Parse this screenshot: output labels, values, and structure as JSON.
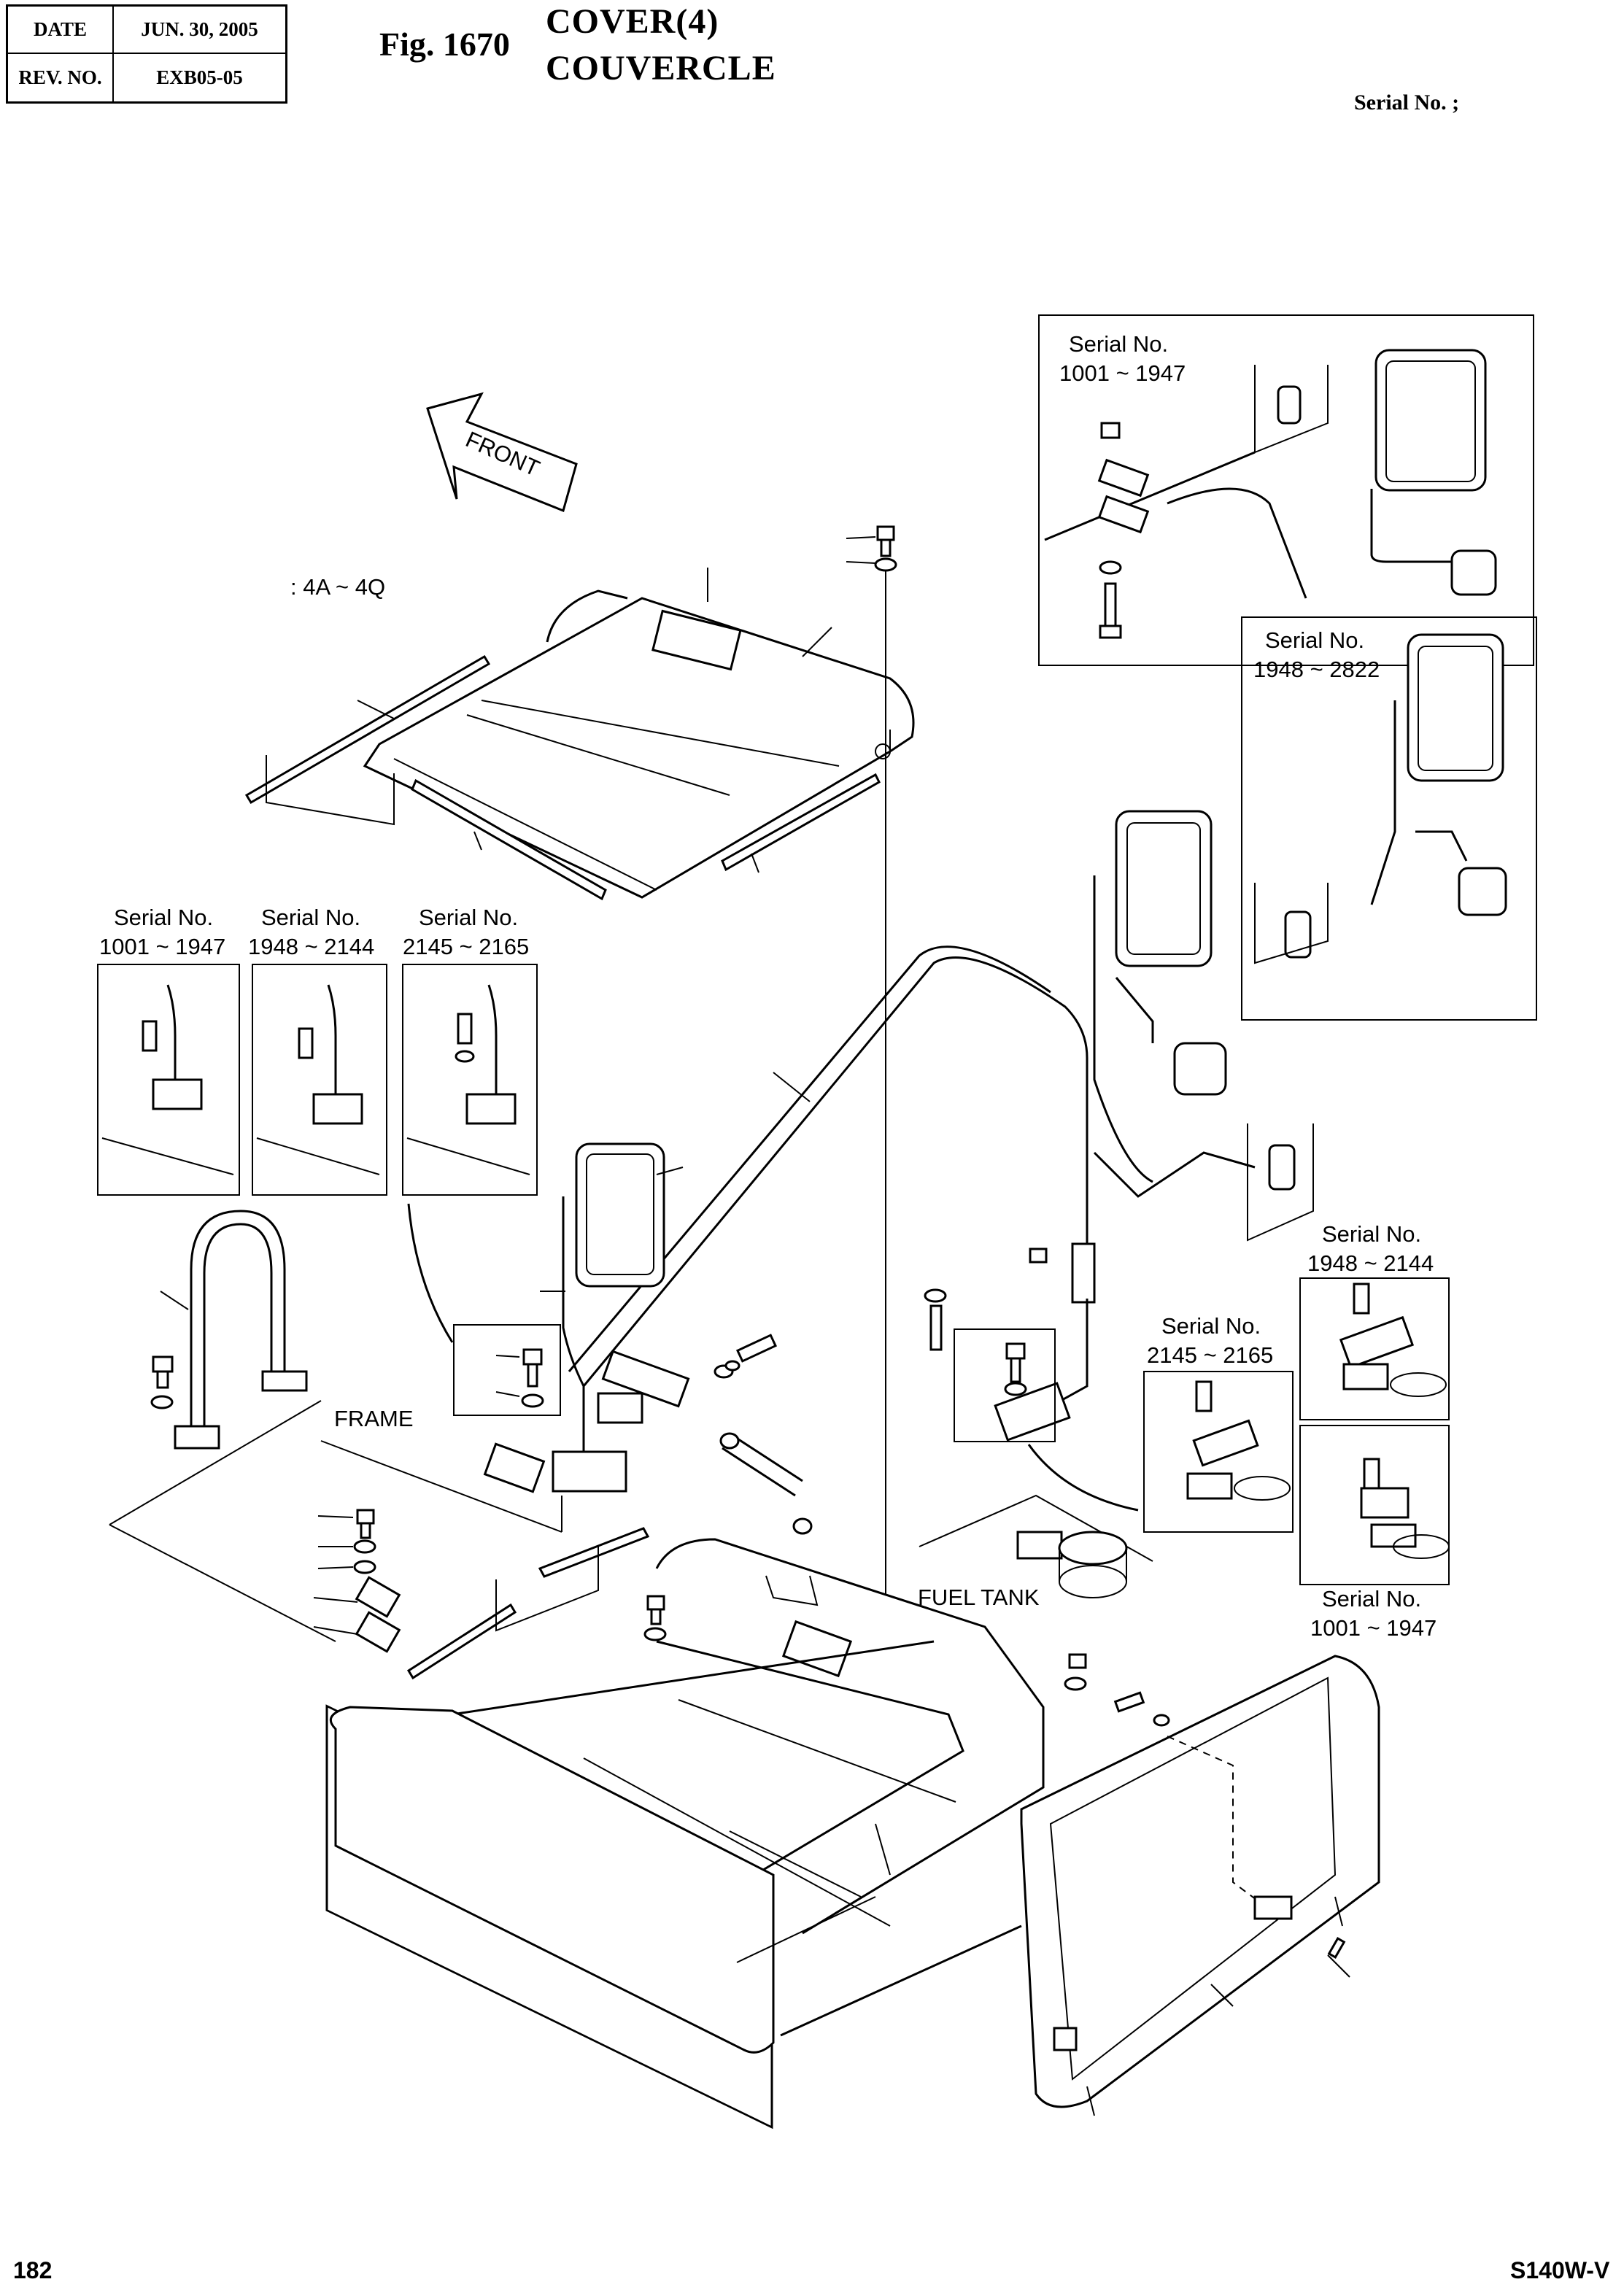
{
  "header": {
    "date_label": "DATE",
    "date_value": "JUN. 30, 2005",
    "rev_label": "REV. NO.",
    "rev_value": "EXB05-05",
    "fig_number": "Fig. 1670",
    "title_en": "COVER(4)",
    "title_fr": "COUVERCLE",
    "serial_prefix": "Serial No. ;"
  },
  "diagram": {
    "front_label": "FRONT",
    "range_note": ": 4A ~ 4Q",
    "frame_label": "FRAME",
    "fuel_tank_label": "FUEL TANK",
    "serial_word": "Serial No.",
    "inset_top_1": "1001 ~ 1947",
    "inset_top_2": "1948 ~ 2822",
    "inset_left_1": "1001 ~ 1947",
    "inset_left_2": "1948 ~ 2144",
    "inset_left_3": "2145 ~ 2165",
    "inset_right_a": "1948 ~ 2144",
    "inset_right_b": "2145 ~ 2165",
    "inset_right_c": "1001 ~ 1947"
  },
  "footer": {
    "page": "182",
    "model": "S140W-V"
  }
}
